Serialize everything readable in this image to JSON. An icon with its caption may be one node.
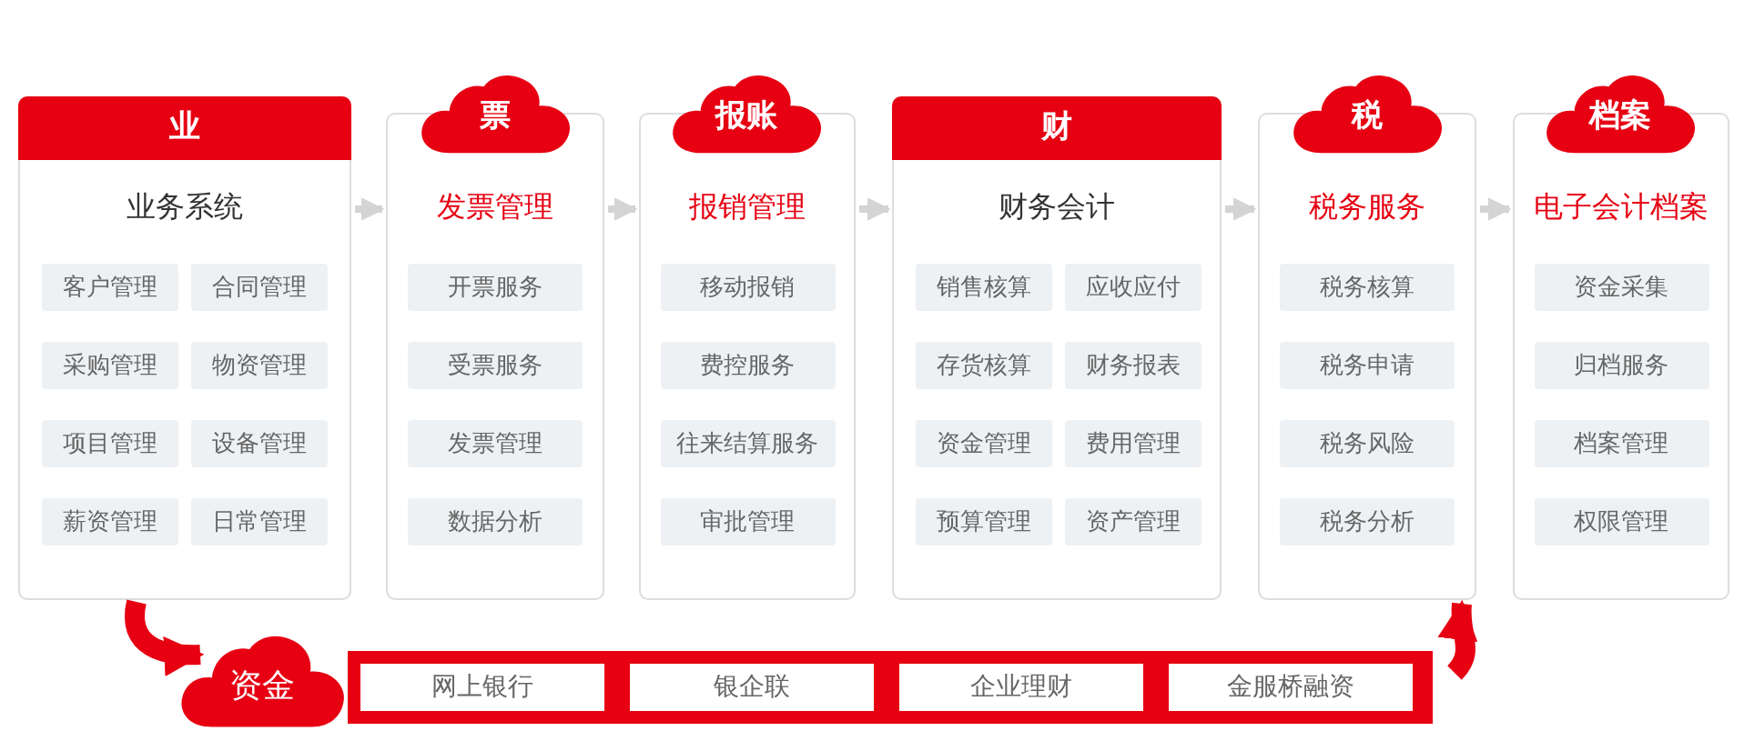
{
  "diagram": {
    "nodes": [
      {
        "text": [
          "业",
          "业务系统"
        ]
      },
      {
        "text": [
          "客户管理"
        ],
        "in": 0
      },
      {
        "text": [
          "合同管理"
        ],
        "in": 0
      },
      {
        "text": [
          "采购管理"
        ],
        "in": 0
      },
      {
        "text": [
          "物资管理"
        ],
        "in": 0
      },
      {
        "text": [
          "项目管理"
        ],
        "in": 0
      },
      {
        "text": [
          "设备管理"
        ],
        "in": 0
      },
      {
        "text": [
          "薪资管理"
        ],
        "in": 0
      },
      {
        "text": [
          "日常管理"
        ],
        "in": 0
      },
      {
        "text": [
          "票"
        ]
      },
      {
        "text": [
          "发票管理"
        ]
      },
      {
        "text": [
          "开票服务"
        ],
        "in": 10
      },
      {
        "text": [
          "受票服务"
        ],
        "in": 10
      },
      {
        "text": [
          "发票管理"
        ],
        "in": 10
      },
      {
        "text": [
          "数据分析"
        ],
        "in": 10
      },
      {
        "text": [
          "报账"
        ]
      },
      {
        "text": [
          "报销管理"
        ]
      },
      {
        "text": [
          "移动报销"
        ],
        "in": 16
      },
      {
        "text": [
          "费控服务"
        ],
        "in": 16
      },
      {
        "text": [
          "往来结算服务"
        ],
        "in": 16
      },
      {
        "text": [
          "审批管理"
        ],
        "in": 16
      },
      {
        "text": [
          "财",
          "财务会计"
        ]
      },
      {
        "text": [
          "销售核算"
        ],
        "in": 21
      },
      {
        "text": [
          "应收应付"
        ],
        "in": 21
      },
      {
        "text": [
          "存货核算"
        ],
        "in": 21
      },
      {
        "text": [
          "财务报表"
        ],
        "in": 21
      },
      {
        "text": [
          "资金管理"
        ],
        "in": 21
      },
      {
        "text": [
          "费用管理"
        ],
        "in": 21
      },
      {
        "text": [
          "预算管理"
        ],
        "in": 21
      },
      {
        "text": [
          "资产管理"
        ],
        "in": 21
      },
      {
        "text": [
          "税"
        ]
      },
      {
        "text": [
          "税务服务"
        ]
      },
      {
        "text": [
          "税务核算"
        ],
        "in": 31
      },
      {
        "text": [
          "税务申请"
        ],
        "in": 31
      },
      {
        "text": [
          "税务风险"
        ],
        "in": 31
      },
      {
        "text": [
          "税务分析"
        ],
        "in": 31
      },
      {
        "text": [
          "档案"
        ]
      },
      {
        "text": [
          "电子会计档案"
        ]
      },
      {
        "text": [
          "资金采集"
        ],
        "in": 37
      },
      {
        "text": [
          "归档服务"
        ],
        "in": 37
      },
      {
        "text": [
          "档案管理"
        ],
        "in": 37
      },
      {
        "text": [
          "权限管理"
        ],
        "in": 37
      },
      {
        "text": [
          "资金"
        ]
      },
      {
        "text": [],
        "shape": "bar"
      },
      {
        "text": [
          "网上银行"
        ],
        "in": 43
      },
      {
        "text": [
          "银企联"
        ],
        "in": 43
      },
      {
        "text": [
          "企业理财"
        ],
        "in": 43
      },
      {
        "text": [
          "金服桥融资"
        ],
        "in": 43
      }
    ],
    "edges": [
      {
        "from": 0,
        "to": 10,
        "arrow": "to"
      },
      {
        "from": 10,
        "to": 16,
        "arrow": "to"
      },
      {
        "from": 16,
        "to": 21,
        "arrow": "to"
      },
      {
        "from": 21,
        "to": 31,
        "arrow": "to"
      },
      {
        "from": 31,
        "to": 37,
        "arrow": "to"
      },
      {
        "from": 0,
        "to": 42,
        "arrow": "to",
        "style": "thick",
        "color": "#e60012"
      },
      {
        "from": 43,
        "to": 31,
        "arrow": "to",
        "style": "thick",
        "color": "#e60012"
      }
    ]
  }
}
